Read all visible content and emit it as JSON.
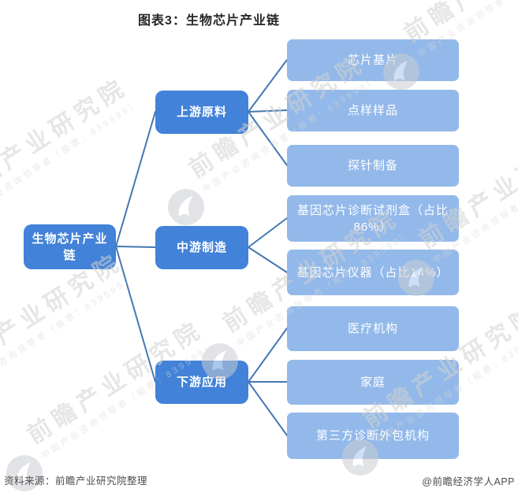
{
  "title": "图表3：生物芯片产业链",
  "diagram": {
    "root": {
      "label": "生物芯片产业链"
    },
    "branches": [
      {
        "label": "上游原料",
        "children": [
          "芯片基片",
          "点样样品",
          "探针制备"
        ]
      },
      {
        "label": "中游制造",
        "children": [
          "基因芯片诊断试剂盒（占比86%）",
          "基因芯片仪器（占比14%）"
        ]
      },
      {
        "label": "下游应用",
        "children": [
          "医疗机构",
          "家庭",
          "第三方诊断外包机构"
        ]
      }
    ]
  },
  "watermark": {
    "logo_icon": "qianzhan-logo-icon",
    "text": "前瞻产业研究院",
    "subtext": "中国产业咨询领导者（股票：839599）"
  },
  "footer": {
    "source": "资料来源：前瞻产业研究院整理",
    "credit": "@前瞻经济学人APP"
  },
  "colors": {
    "primary_box": "#4282d8",
    "secondary_box": "#93b9ea",
    "connector": "#4577b4",
    "watermark": "#d2d2d0"
  }
}
